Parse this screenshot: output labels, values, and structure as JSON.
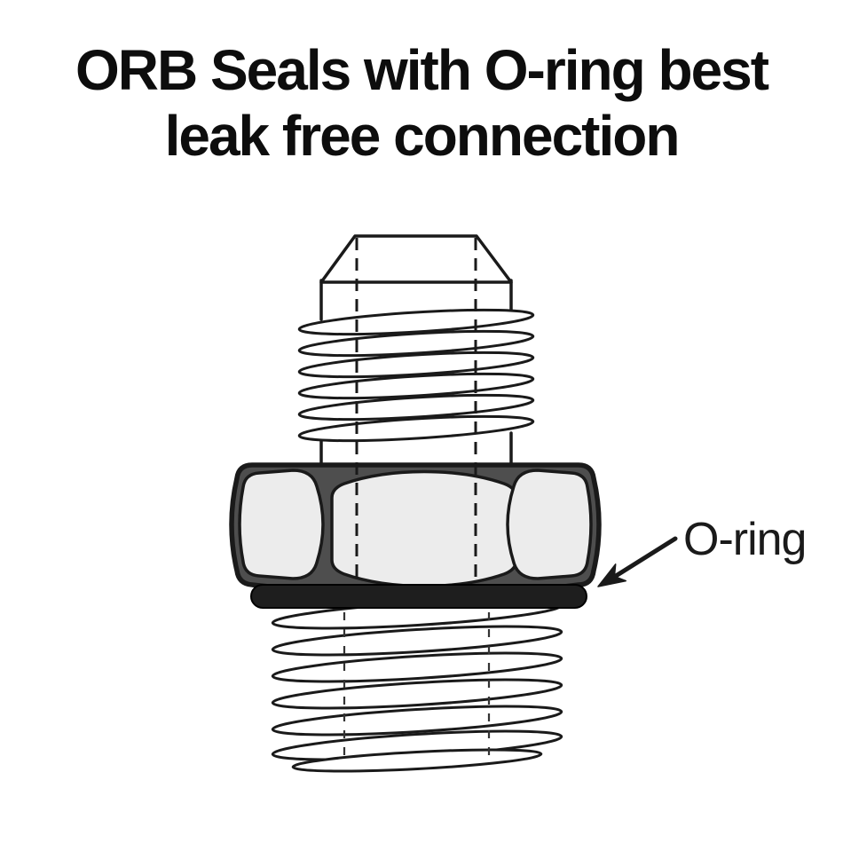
{
  "title": {
    "line1": "ORB Seals with O-ring best",
    "line2": "leak free connection"
  },
  "diagram": {
    "callout": {
      "label": "O-ring"
    },
    "parts": [
      {
        "name": "flare-cone-top"
      },
      {
        "name": "upper-male-threads"
      },
      {
        "name": "hex-nut"
      },
      {
        "name": "o-ring-seal"
      },
      {
        "name": "lower-orb-threads"
      },
      {
        "name": "o-ring-pointer-arrow"
      }
    ]
  },
  "colors": {
    "bg": "#ffffff",
    "ink": "#1a1a1a",
    "title_ink": "#0d0d0d",
    "hex_face": "#ececec",
    "hex_chamfer": "#4e4e4e",
    "oring": "#1e1e1e"
  }
}
